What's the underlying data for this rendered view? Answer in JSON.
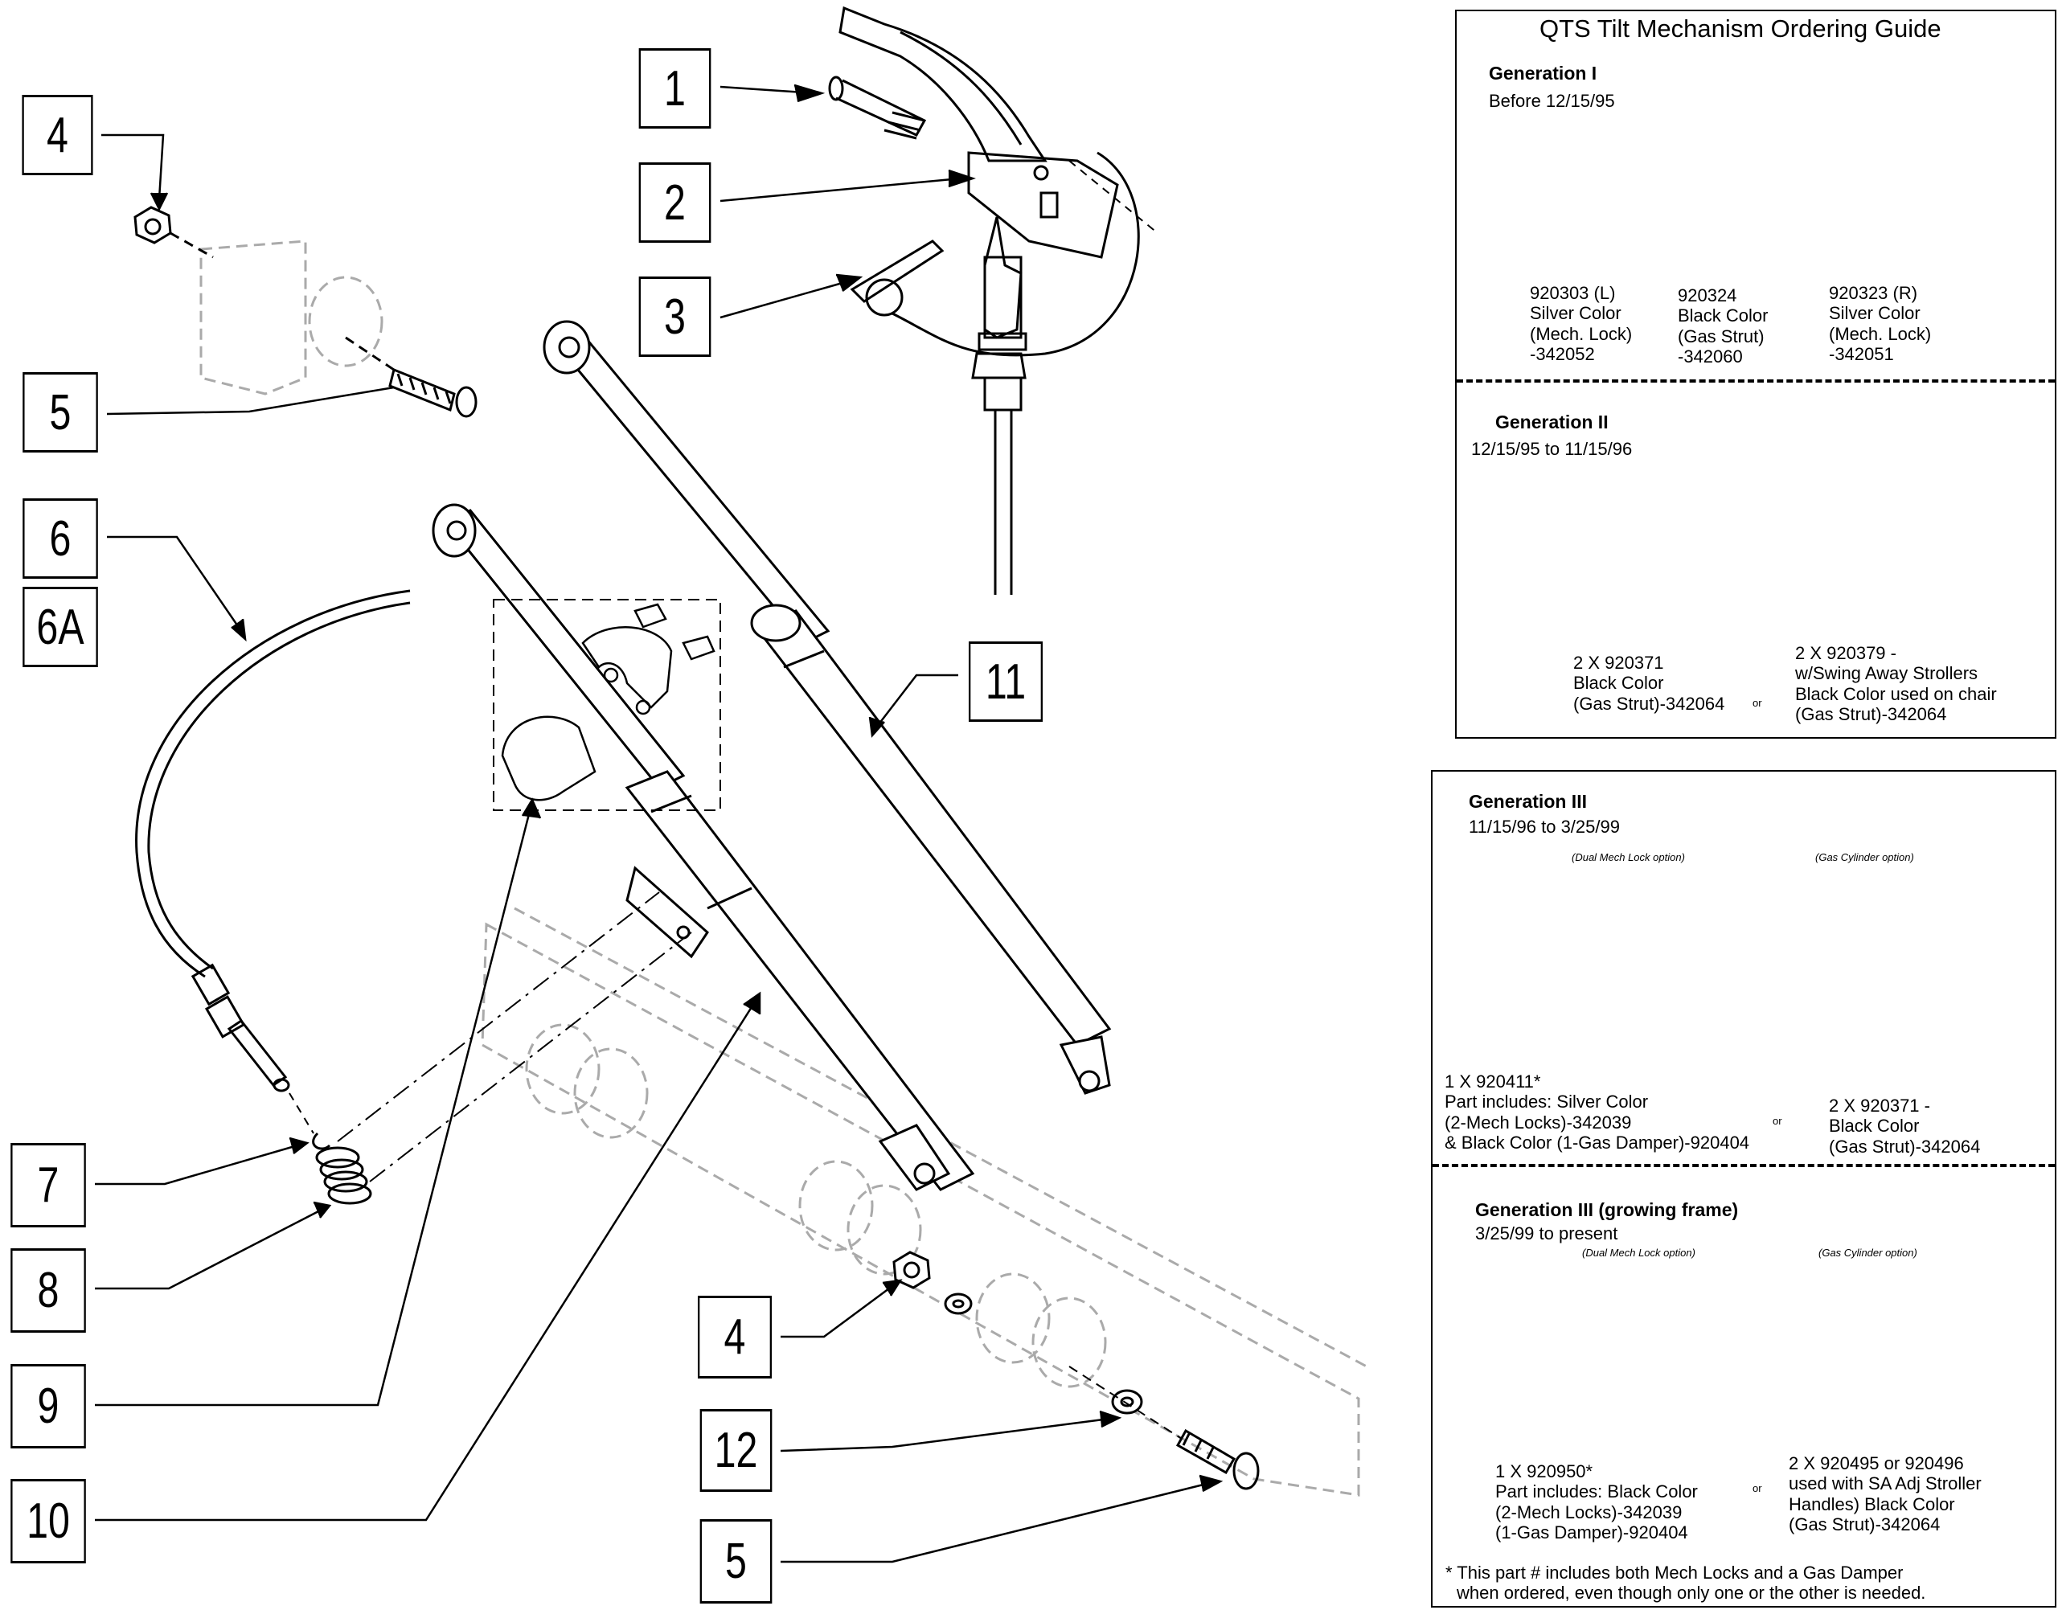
{
  "callouts": {
    "c1": "1",
    "c2": "2",
    "c3": "3",
    "c4a": "4",
    "c5a": "5",
    "c6": "6",
    "c6a": "6A",
    "c7": "7",
    "c8": "8",
    "c9": "9",
    "c10": "10",
    "c11": "11",
    "c4b": "4",
    "c12": "12",
    "c5b": "5"
  },
  "guide": {
    "title": "QTS Tilt Mechanism Ordering Guide",
    "gen1": {
      "heading": "Generation I",
      "date": "Before 12/15/95",
      "left": [
        "920303 (L)",
        "Silver Color",
        "(Mech. Lock)",
        "-342052"
      ],
      "mid": [
        "920324",
        "Black Color",
        "(Gas Strut)",
        "-342060"
      ],
      "right": [
        "920323 (R)",
        "Silver Color",
        "(Mech. Lock)",
        "-342051"
      ]
    },
    "gen2": {
      "heading": "Generation II",
      "date": "12/15/95 to 11/15/96",
      "left": [
        "2 X 920371",
        "Black Color",
        "(Gas Strut)-342064"
      ],
      "or": "or",
      "right": [
        "2 X 920379 -",
        "w/Swing Away Strollers",
        "Black Color used on chair",
        "(Gas Strut)-342064"
      ]
    },
    "gen3": {
      "heading": "Generation III",
      "date": "11/15/96 to 3/25/99",
      "opt_left": "(Dual Mech Lock option)",
      "opt_right": "(Gas Cylinder option)",
      "left": [
        "1 X 920411*",
        "Part includes: Silver Color",
        "(2-Mech Locks)-342039",
        "& Black Color (1-Gas Damper)-920404"
      ],
      "or": "or",
      "right": [
        "2 X 920371 -",
        "Black Color",
        "(Gas Strut)-342064"
      ]
    },
    "gen3g": {
      "heading": "Generation III (growing frame)",
      "date": "3/25/99 to present",
      "opt_left": "(Dual Mech Lock option)",
      "opt_right": "(Gas Cylinder option)",
      "left": [
        "1 X 920950*",
        "Part includes: Black Color",
        "(2-Mech Locks)-342039",
        "(1-Gas Damper)-920404"
      ],
      "or": "or",
      "right": [
        "2 X 920495 or 920496",
        "used with SA Adj Stroller",
        "Handles) Black Color",
        "(Gas Strut)-342064"
      ],
      "footnote": [
        "* This part # includes both Mech Locks and a Gas Damper",
        "when ordered, even though only one or the other is needed."
      ]
    }
  },
  "icons": [
    "handle-lever-icon",
    "pin-icon",
    "hex-nut-icon",
    "bolt-icon",
    "gas-strut-icon",
    "spring-icon",
    "clamp-icon",
    "cable-icon",
    "frame-tube-icon",
    "washer-icon"
  ]
}
